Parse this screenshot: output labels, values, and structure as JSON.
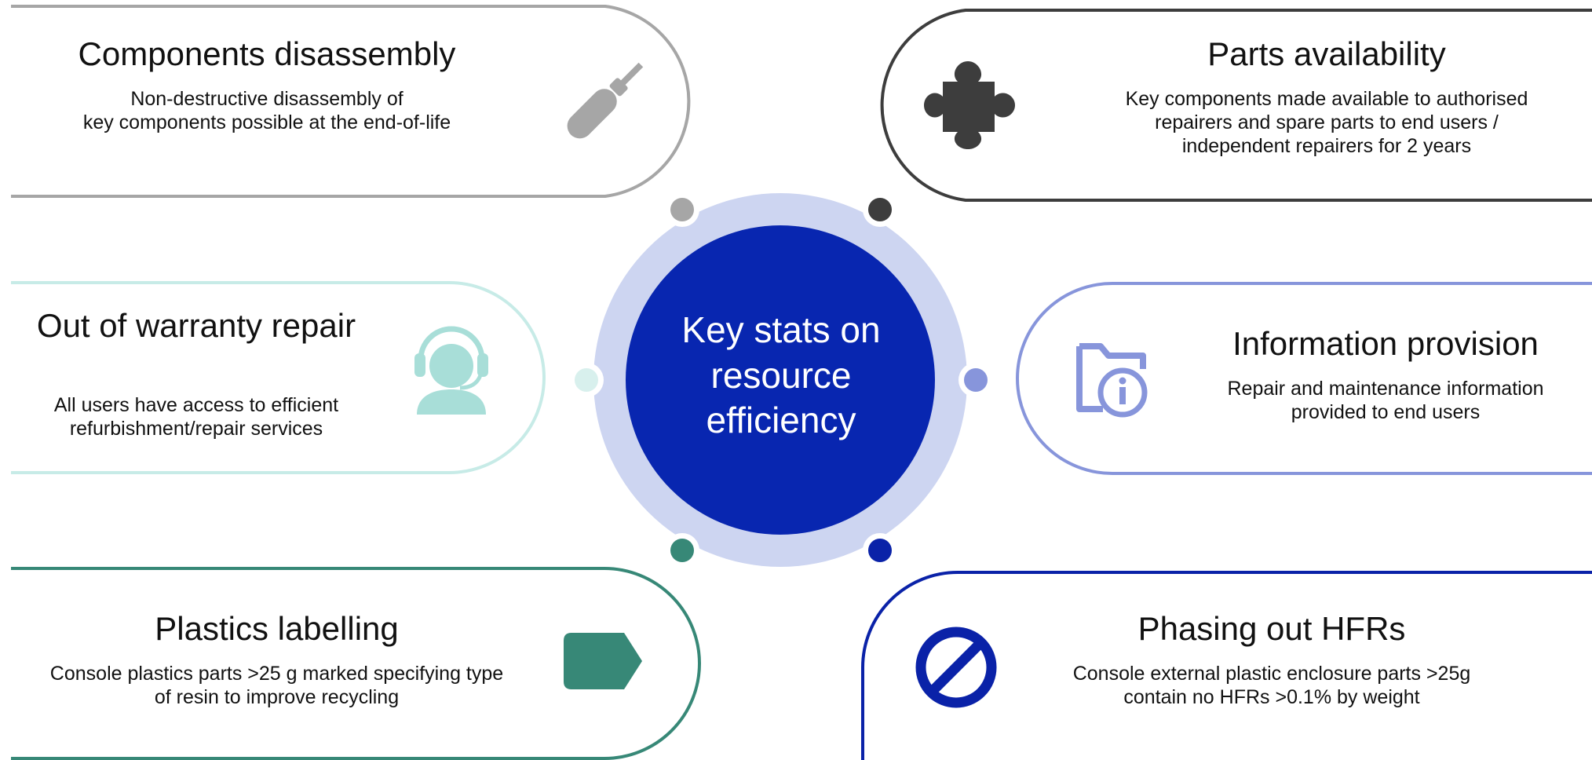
{
  "center": {
    "title": "Key stats on\nresource\nefficiency",
    "outer_ring_color": "#cdd5f1",
    "inner_circle_color": "#0826b0"
  },
  "cards": [
    {
      "id": "components-disassembly",
      "title": "Components disassembly",
      "description": "Non-destructive disassembly of\nkey components possible at the end-of-life",
      "icon": "screwdriver-icon",
      "color": "#a6a6a6"
    },
    {
      "id": "parts-availability",
      "title": "Parts availability",
      "description": "Key components made available to authorised\nrepairers and spare parts to end users /\nindependent repairers for 2 years",
      "icon": "puzzle-piece-icon",
      "color": "#3d3d3d"
    },
    {
      "id": "out-of-warranty-repair",
      "title": "Out of warranty repair",
      "description": "All users have access to efficient\nrefurbishment/repair services",
      "icon": "headset-support-icon",
      "color": "#a8ded8"
    },
    {
      "id": "information-provision",
      "title": "Information provision",
      "description": "Repair and maintenance information\nprovided to end users",
      "icon": "folder-info-icon",
      "color": "#8795db"
    },
    {
      "id": "plastics-labelling",
      "title": "Plastics labelling",
      "description": "Console plastics parts >25 g marked specifying type\nof resin to improve recycling",
      "icon": "label-tag-icon",
      "color": "#378877"
    },
    {
      "id": "phasing-out-hfrs",
      "title": "Phasing out HFRs",
      "description": "Console external plastic enclosure parts >25g\ncontain no HFRs >0.1% by weight",
      "icon": "prohibition-icon",
      "color": "#0a22a8"
    }
  ]
}
